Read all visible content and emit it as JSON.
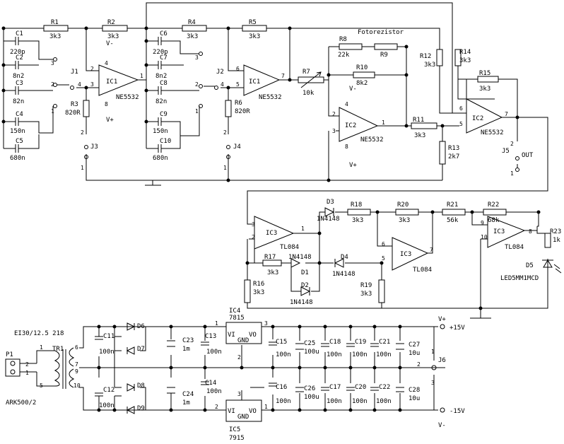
{
  "opamp_labels": [
    {
      "name": "IC1",
      "part": "NE5532"
    },
    {
      "name": "IC1",
      "part": "NE5532"
    },
    {
      "name": "IC2",
      "part": "NE5532"
    },
    {
      "name": "IC2",
      "part": "NE5532"
    },
    {
      "name": "IC3",
      "part": "TL084"
    },
    {
      "name": "IC3",
      "part": "TL084"
    },
    {
      "name": "IC3",
      "part": "TL084"
    }
  ],
  "resistors": [
    {
      "ref": "R1",
      "value": "3k3"
    },
    {
      "ref": "R2",
      "value": "3k3"
    },
    {
      "ref": "R4",
      "value": "3k3"
    },
    {
      "ref": "R5",
      "value": "3k3"
    },
    {
      "ref": "R3",
      "value": "820R"
    },
    {
      "ref": "R6",
      "value": "820R"
    },
    {
      "ref": "R7",
      "value": "10k"
    },
    {
      "ref": "R8",
      "value": "22k"
    },
    {
      "ref": "R9",
      "value": ""
    },
    {
      "ref": "R10",
      "value": "8k2"
    },
    {
      "ref": "R11",
      "value": "3k3"
    },
    {
      "ref": "R12",
      "value": "3k3"
    },
    {
      "ref": "R14",
      "value": "3k3"
    },
    {
      "ref": "R15",
      "value": "3k3"
    },
    {
      "ref": "R13",
      "value": "2k7"
    },
    {
      "ref": "R16",
      "value": "3k3"
    },
    {
      "ref": "R17",
      "value": "3k3"
    },
    {
      "ref": "R18",
      "value": "3k3"
    },
    {
      "ref": "R20",
      "value": "3k3"
    },
    {
      "ref": "R21",
      "value": "56k"
    },
    {
      "ref": "R22",
      "value": "68k"
    },
    {
      "ref": "R19",
      "value": "3k3"
    },
    {
      "ref": "R23",
      "value": "1k"
    }
  ],
  "capacitors": [
    {
      "ref": "C1",
      "value": "220p"
    },
    {
      "ref": "C2",
      "value": "8n2"
    },
    {
      "ref": "C3",
      "value": "82n"
    },
    {
      "ref": "C4",
      "value": "150n"
    },
    {
      "ref": "C5",
      "value": "680n"
    },
    {
      "ref": "C6",
      "value": "220p"
    },
    {
      "ref": "C7",
      "value": "8n2"
    },
    {
      "ref": "C8",
      "value": "82n"
    },
    {
      "ref": "C9",
      "value": "150n"
    },
    {
      "ref": "C10",
      "value": "680n"
    },
    {
      "ref": "C11",
      "value": "100n"
    },
    {
      "ref": "C12",
      "value": "100n"
    },
    {
      "ref": "C13",
      "value": "100n"
    },
    {
      "ref": "C14",
      "value": "100n"
    },
    {
      "ref": "C23",
      "value": "1m"
    },
    {
      "ref": "C24",
      "value": "1m"
    },
    {
      "ref": "C15",
      "value": "100n"
    },
    {
      "ref": "C16",
      "value": "100n"
    },
    {
      "ref": "C25",
      "value": "100u"
    },
    {
      "ref": "C26",
      "value": "100u"
    },
    {
      "ref": "C18",
      "value": "100n"
    },
    {
      "ref": "C17",
      "value": "100n"
    },
    {
      "ref": "C19",
      "value": "100n"
    },
    {
      "ref": "C20",
      "value": "100n"
    },
    {
      "ref": "C21",
      "value": "100n"
    },
    {
      "ref": "C22",
      "value": "100n"
    },
    {
      "ref": "C27",
      "value": "10u"
    },
    {
      "ref": "C28",
      "value": "10u"
    }
  ],
  "diodes": [
    {
      "ref": "D3",
      "part": "1N4148"
    },
    {
      "ref": "D1",
      "part": "1N4148"
    },
    {
      "ref": "D4",
      "part": "1N4148"
    },
    {
      "ref": "D2",
      "part": "1N4148"
    },
    {
      "ref": "D6",
      "part": ""
    },
    {
      "ref": "D7",
      "part": ""
    },
    {
      "ref": "D8",
      "part": ""
    },
    {
      "ref": "D9",
      "part": ""
    }
  ],
  "led": {
    "ref": "D5",
    "part": "LED5MM1MCD"
  },
  "connectors": [
    "J1",
    "J2",
    "J3",
    "J4",
    "J5",
    "J6",
    "P1"
  ],
  "labels": {
    "fotorezistor": "Fotorezistor",
    "out": "OUT",
    "vminus": "V-",
    "vplus": "V+",
    "plus15": "+15V",
    "minus15": "-15V",
    "transformer": "TR1",
    "transformer_type": "EI30/12.5 218",
    "terminal": "ARK500/2",
    "ic4": "IC4",
    "ic4_part": "7815",
    "ic5": "IC5",
    "ic5_part": "7915",
    "reg_vi": "VI",
    "reg_vo": "VO",
    "reg_gnd": "GND"
  }
}
